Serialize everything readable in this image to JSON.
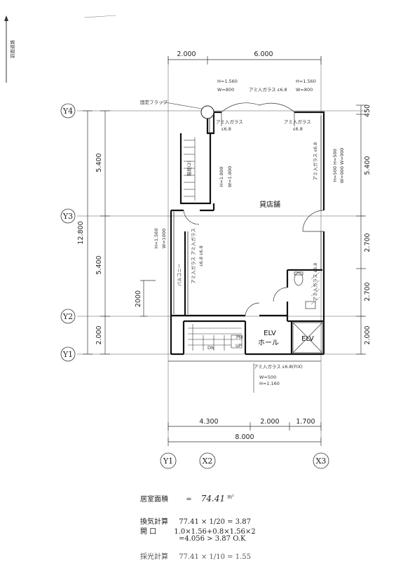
{
  "direction_label": "前面道路",
  "dims_top": {
    "left": "2.000",
    "right": "6.000"
  },
  "dims_right": {
    "d450": "450",
    "d5400": "5.400",
    "d2700a": "2.700",
    "d2700b": "2.700",
    "d2000": "2.000"
  },
  "dims_left": {
    "total": "12.800",
    "upper": "5.400",
    "lower": "5.400",
    "bottom": "2.000",
    "inner": "2000"
  },
  "dims_bottom": {
    "a": "4.300",
    "b": "2.000",
    "c": "1.700",
    "total": "8.000"
  },
  "grid_rows": [
    "Y4",
    "Y3",
    "Y2",
    "Y1"
  ],
  "grid_cols": [
    "Y1",
    "X2",
    "X3"
  ],
  "notes": {
    "window_top_left": "H=1.560\nW=800",
    "window_top_right": "H=1.560\nW=800",
    "glass_top_left": "アミ入ガラス ε6.8",
    "glass_top_right": "アミ入ガラス ε6.8",
    "fixed_flap": "固定フラップ",
    "glass_a": "アミ入ガラス\nε6.8",
    "glass_b": "アミ入ガラス\nε6.8",
    "glass_right": "アミ入ガラス ε6.8",
    "window_center": "H=1.800\nW=1.800",
    "window_right": "H=500 H=500\nW=900 W=900",
    "window_left": "H=1.560\nW=1000",
    "glass_left": "アミ入ガラス アミ入ガラス\nε6.8 ε6.8",
    "balcony": "バルコニー",
    "glass_wc": "アミ入ガラス ε6.8",
    "glass_bottom": "アミ入ガラス ε6.8(FIX)",
    "window_bottom": "W=500\nH=1.160",
    "stair_label": "階段(2)",
    "pm": "PM",
    "up": "UP",
    "dn": "DN"
  },
  "rooms": {
    "shop": "貸店舗",
    "elv_hall_1": "ELV",
    "elv_hall_2": "ホール",
    "elv": "ELV"
  },
  "calc": {
    "area_label": "居室面積",
    "area_prefix": "=",
    "area_value": "74.41",
    "area_unit": "m²",
    "vent_label": "換気計算",
    "vent_expr": "77.41 × 1/20 = 3.87",
    "opening_label": "開 口",
    "opening_expr1": "1.0×1.56+0.8×1.56×2",
    "opening_expr2": "=4.056 > 3.87 O.K",
    "last_label": "採光計算",
    "last_expr": "77.41 × 1/10 = 1.55"
  }
}
